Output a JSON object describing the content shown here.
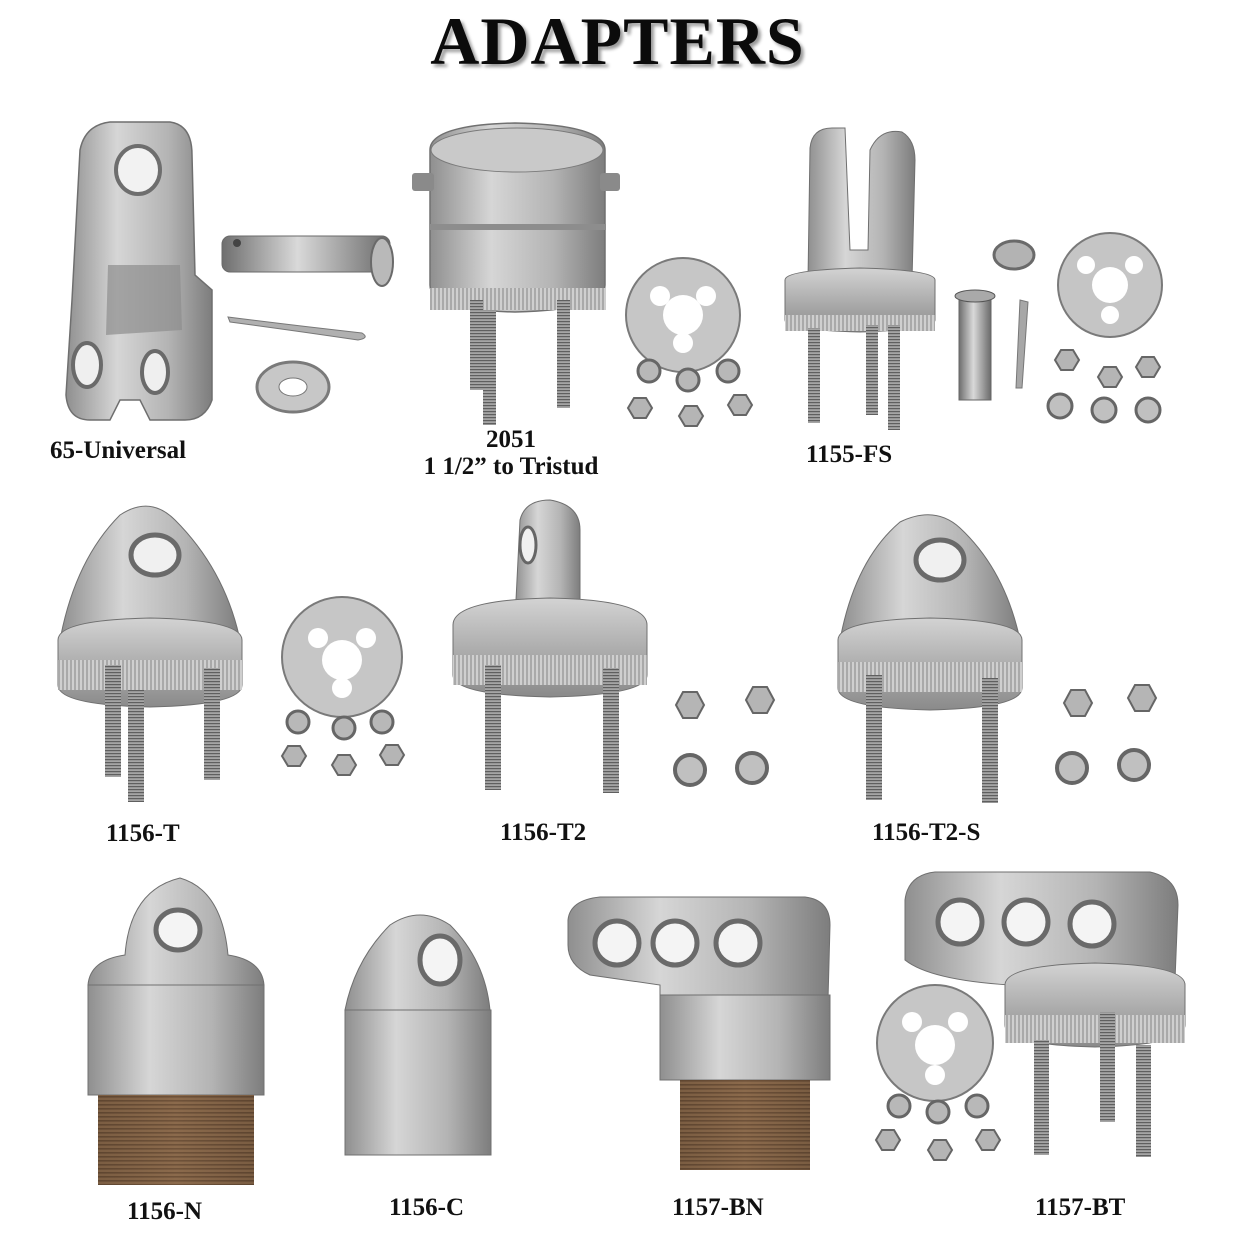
{
  "page": {
    "title": "ADAPTERS"
  },
  "products": [
    {
      "code": "65-Universal"
    },
    {
      "code": "2051",
      "description": "1 1/2” to Tristud"
    },
    {
      "code": "1155-FS"
    },
    {
      "code": "1156-T"
    },
    {
      "code": "1156-T2"
    },
    {
      "code": "1156-T2-S"
    },
    {
      "code": "1156-N"
    },
    {
      "code": "1156-C"
    },
    {
      "code": "1157-BN"
    },
    {
      "code": "1157-BT"
    }
  ],
  "colors": {
    "background": "#ffffff",
    "text": "#111111",
    "aluminum": "#b8b8b8",
    "steel": "#9c9c9c",
    "bronze_thread": "#7a5a3e"
  }
}
